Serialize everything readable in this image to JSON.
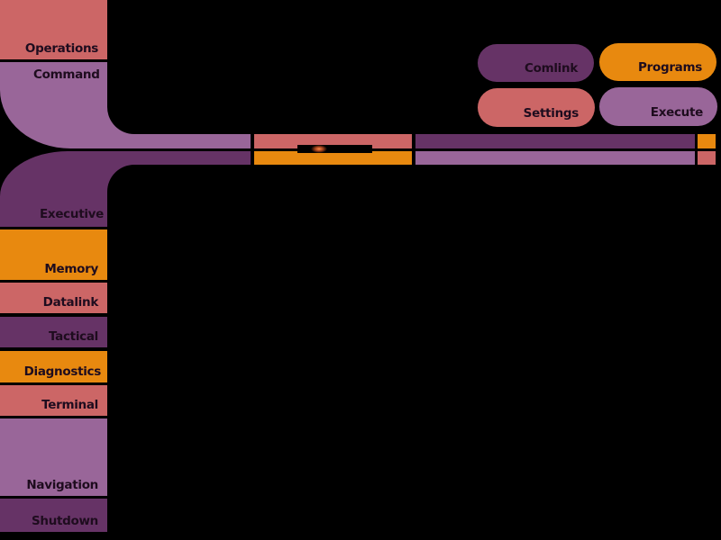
{
  "colors": {
    "salmon": "#cc6666",
    "lilac": "#996699",
    "purple": "#663366",
    "orange": "#e8890f"
  },
  "sidebar": {
    "operations": "Operations",
    "command": "Command",
    "executive": "Executive",
    "items": [
      {
        "label": "Memory"
      },
      {
        "label": "Datalink"
      },
      {
        "label": "Tactical"
      },
      {
        "label": "Diagnostics"
      },
      {
        "label": "Terminal"
      },
      {
        "label": "Navigation"
      },
      {
        "label": "Shutdown"
      }
    ]
  },
  "buttons": {
    "comlink": "Comlink",
    "programs": "Programs",
    "settings": "Settings",
    "execute": "Execute"
  }
}
